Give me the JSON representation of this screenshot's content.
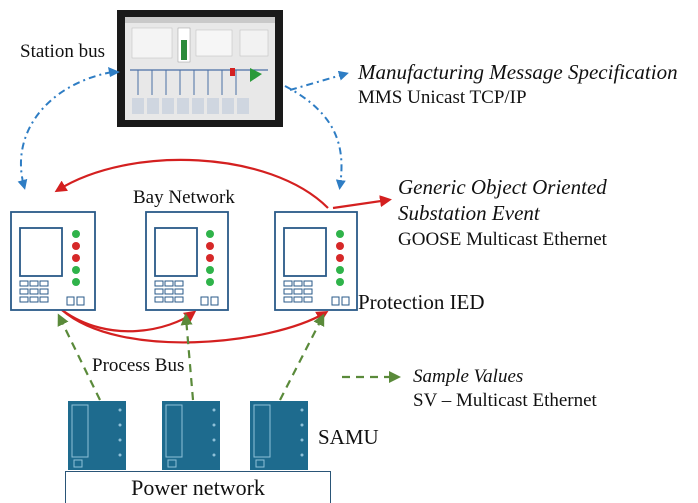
{
  "labels": {
    "station_bus": "Station bus",
    "mms_title": "Manufacturing Message Specification",
    "mms_sub": "MMS Unicast TCP/IP",
    "goose_title_1": "Generic Object Oriented",
    "goose_title_2": "Substation Event",
    "goose_sub": "GOOSE Multicast Ethernet",
    "bay_network": "Bay Network",
    "protection_ied": "Protection IED",
    "process_bus": "Process Bus",
    "sv_title": "Sample Values",
    "sv_sub": "SV – Multicast Ethernet",
    "samu": "SAMU",
    "power_network": "Power network"
  },
  "colors": {
    "blue_arrow": "#2e7dc4",
    "red_arrow": "#d42020",
    "green_arrow": "#5a8a3a",
    "device_outline": "#2a5a88",
    "samu_fill": "#1e6b8e",
    "led_green": "#2fb34a",
    "led_red": "#d62828"
  }
}
